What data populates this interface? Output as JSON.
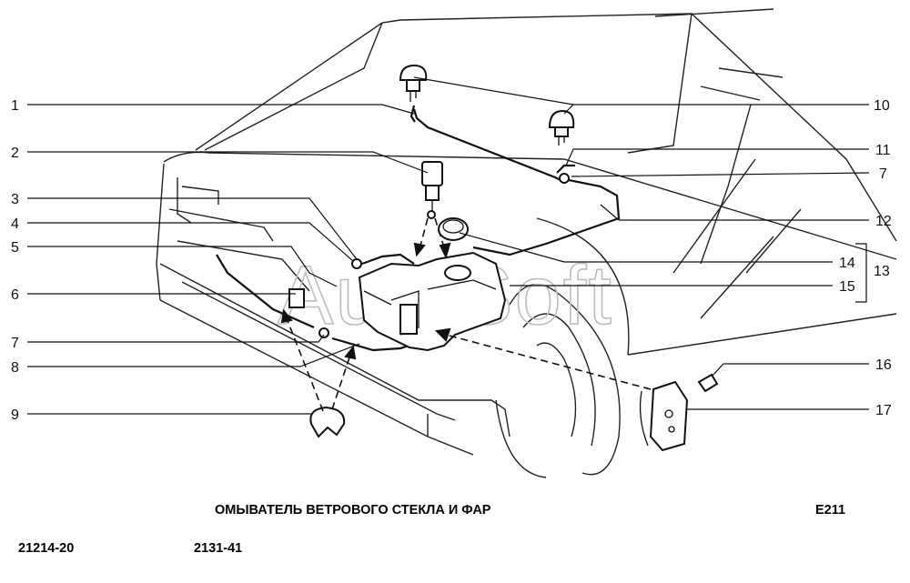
{
  "title": "ОМЫВАТЕЛЬ ВЕТРОВОГО СТЕКЛА И ФАР",
  "page_code": "E211",
  "model_code": "21214-20",
  "catalog_code": "2131-41",
  "watermark": "AutoSoft",
  "callouts": [
    "1",
    "2",
    "3",
    "4",
    "5",
    "6",
    "7",
    "8",
    "9",
    "10",
    "11",
    "7",
    "12",
    "14",
    "13",
    "15",
    "16",
    "17"
  ]
}
